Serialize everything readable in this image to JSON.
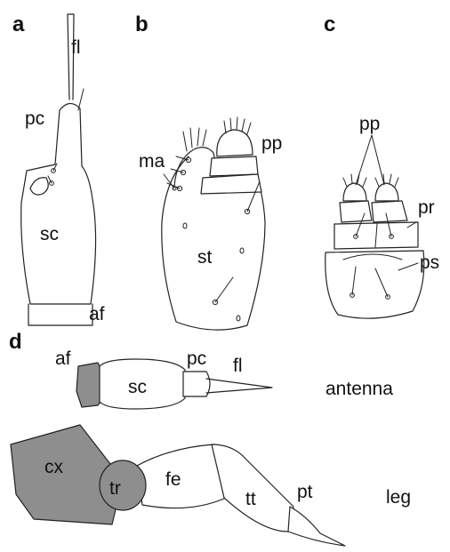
{
  "panels": {
    "a": {
      "letter": "a",
      "labels": {
        "fl": "fl",
        "pc": "pc",
        "sc": "sc",
        "af": "af"
      }
    },
    "b": {
      "letter": "b",
      "labels": {
        "ma": "ma",
        "pp": "pp",
        "st": "st"
      }
    },
    "c": {
      "letter": "c",
      "labels": {
        "pp": "pp",
        "pr": "pr",
        "ps": "ps"
      }
    },
    "d": {
      "letter": "d",
      "antenna": {
        "caption": "antenna",
        "labels": {
          "af": "af",
          "sc": "sc",
          "pc": "pc",
          "fl": "fl"
        }
      },
      "leg": {
        "caption": "leg",
        "labels": {
          "cx": "cx",
          "tr": "tr",
          "fe": "fe",
          "tt": "tt",
          "pt": "pt"
        }
      }
    }
  },
  "colors": {
    "shaded_segment": "#8e8e8e",
    "outline": "#222222"
  }
}
